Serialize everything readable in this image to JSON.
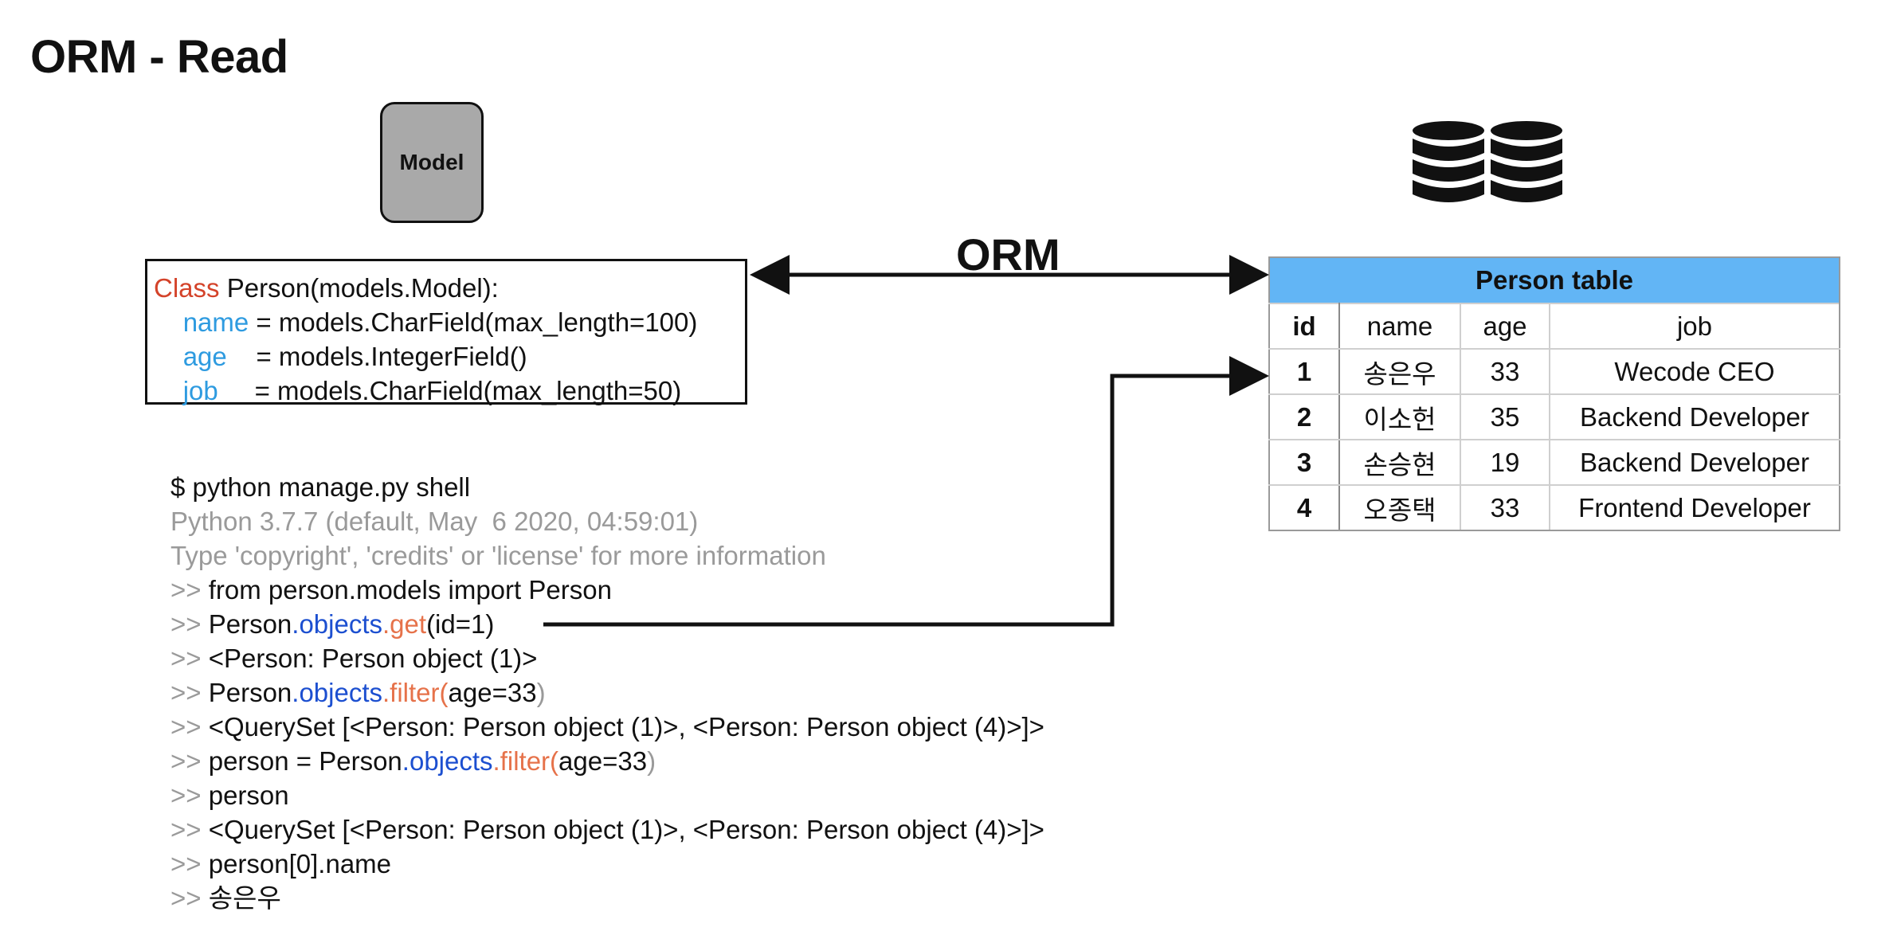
{
  "title": "ORM - Read",
  "model_box": {
    "label": "Model"
  },
  "icons": {
    "database": "database-icon"
  },
  "class_def": {
    "line1": {
      "keyword": "Class",
      "rest": " Person(models.Model):"
    },
    "fields": [
      {
        "name": "name",
        "pad": " ",
        "value": "= models.CharField(max_length=100)"
      },
      {
        "name": "age",
        "pad": "    ",
        "value": "= models.IntegerField()"
      },
      {
        "name": "job",
        "pad": "     ",
        "value": "= models.CharField(max_length=50)"
      }
    ]
  },
  "orm_label": "ORM",
  "table": {
    "title": "Person table",
    "headers": [
      "id",
      "name",
      "age",
      "job"
    ],
    "rows": [
      [
        "1",
        "송은우",
        "33",
        "Wecode CEO"
      ],
      [
        "2",
        "이소헌",
        "35",
        "Backend Developer"
      ],
      [
        "3",
        "손승현",
        "19",
        "Backend Developer"
      ],
      [
        "4",
        "오종택",
        "33",
        "Frontend Developer"
      ]
    ]
  },
  "shell": {
    "command": "$ python manage.py shell",
    "info1": "Python 3.7.7 (default, May  6 2020, 04:59:01)",
    "info2": "Type 'copyright', 'credits' or 'license' for more information",
    "prompt": ">> ",
    "import_line": "from person.models import Person",
    "get_call": {
      "model": "Person",
      "objects": ".objects",
      "method": ".get",
      "args": "(id=1)"
    },
    "get_result": "<Person: Person object (1)>",
    "filter_call": {
      "model": "Person",
      "objects": ".objects",
      "method": ".filter",
      "open": "(",
      "args": "age=33",
      "close": ")"
    },
    "queryset_result": "<QuerySet [<Person: Person object (1)>, <Person: Person object (4)>]>",
    "assign_call": {
      "prefix": "person = Person",
      "objects": ".objects",
      "method": ".filter",
      "open": "(",
      "args": "age=33",
      "close": ")"
    },
    "var_line": "person",
    "index_line": "person[0].name",
    "name_result": "송은우"
  },
  "colors": {
    "keyword_red": "#d4432a",
    "field_blue": "#2e9be0",
    "objects_blue": "#1c4fd0",
    "method_orange": "#e6724a",
    "info_gray": "#9a9a9a",
    "table_header": "#62b5f5",
    "model_box": "#a9a9a9"
  }
}
